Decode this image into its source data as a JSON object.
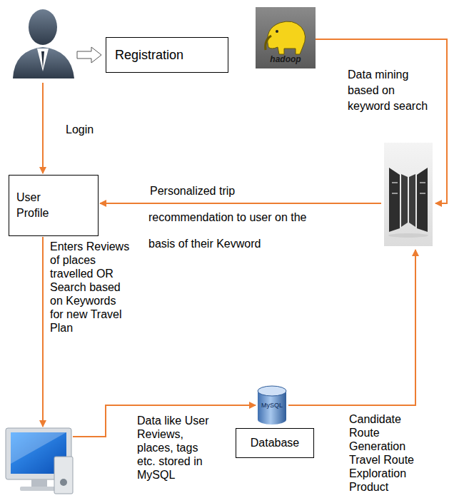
{
  "diagram": {
    "nodes": [
      {
        "text": [
          "Registration"
        ]
      },
      {
        "text": [
          "hadoop"
        ]
      },
      {
        "text": [
          "User Profile"
        ]
      },
      {
        "text": [
          "MySQL"
        ]
      },
      {
        "text": [
          "Database"
        ]
      }
    ],
    "labels": [
      "Login",
      "Data mining based on keyword search",
      "Personalized trip recommendation to user on the basis of their Kevword",
      "Enters Reviews of places travelled OR Search based on Keywords for new Travel Plan",
      "Data like User Reviews, places, tags etc. stored in MySQL",
      "Candidate Route Generation Travel Route Exploration Product"
    ]
  }
}
